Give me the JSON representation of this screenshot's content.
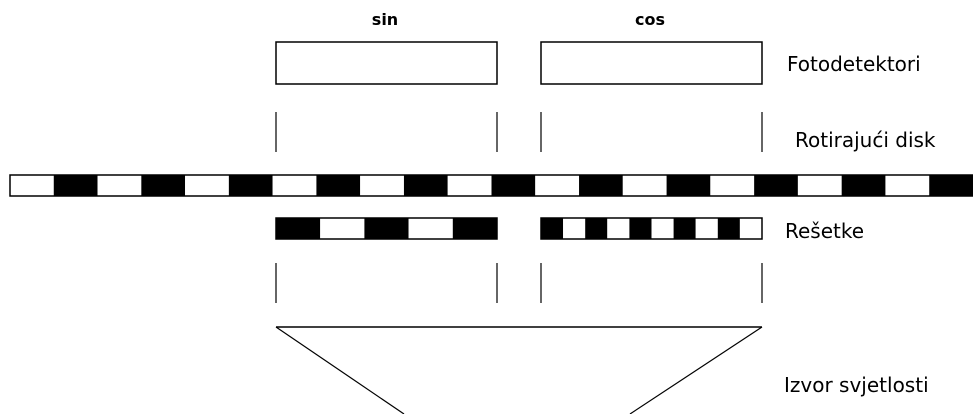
{
  "headers": {
    "sin": "sin",
    "cos": "cos"
  },
  "labels": {
    "photodetectors": "Fotodetektori",
    "rotating_disk": "Rotirajući disk",
    "gratings": "Rešetke",
    "light_source": "Izvor svjetlosti"
  },
  "colors": {
    "ink": "#000000",
    "background": "#ffffff"
  }
}
